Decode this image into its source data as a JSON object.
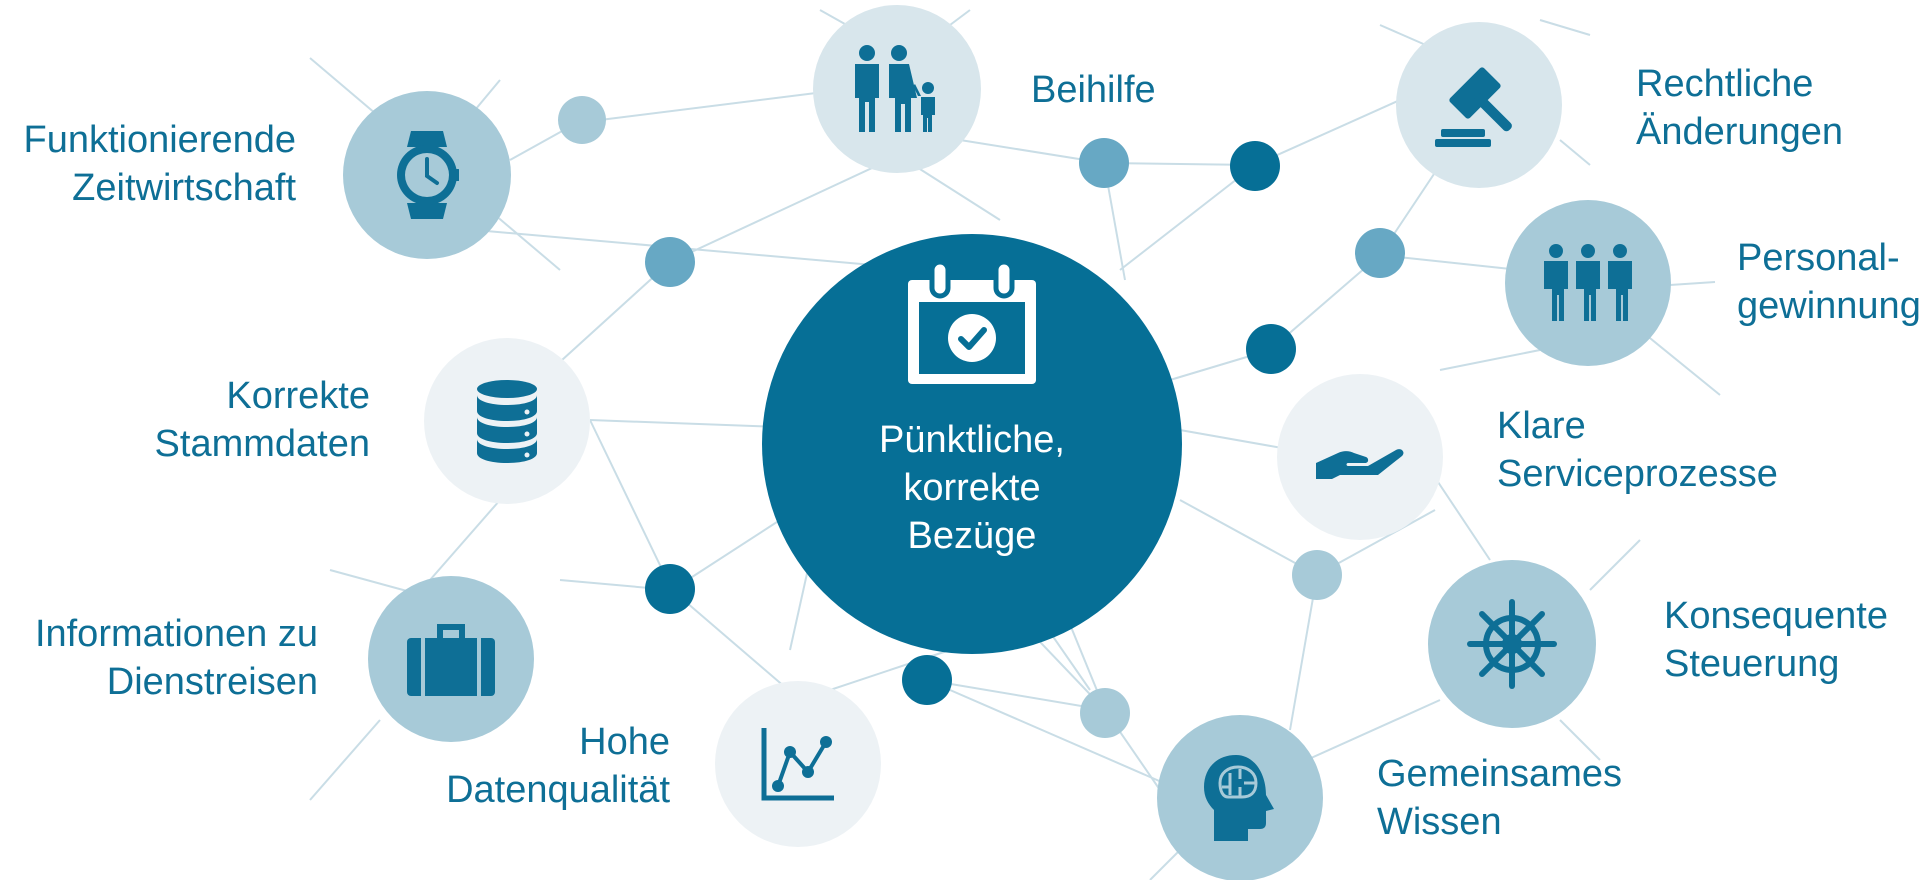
{
  "center": {
    "lines": [
      "Pünktliche,",
      "korrekte",
      "Bezüge"
    ],
    "icon": "calendar-check-icon"
  },
  "topics": [
    {
      "id": "zeitwirtschaft",
      "icon": "watch-icon",
      "lines": [
        "Funktionierende",
        "Zeitwirtschaft"
      ]
    },
    {
      "id": "beihilfe",
      "icon": "family-icon",
      "lines": [
        "Beihilfe"
      ]
    },
    {
      "id": "rechtliche-aenderungen",
      "icon": "gavel-icon",
      "lines": [
        "Rechtliche",
        "Änderungen"
      ]
    },
    {
      "id": "personalgewinnung",
      "icon": "people-icon",
      "lines": [
        "Personal-",
        "gewinnung"
      ]
    },
    {
      "id": "stammdaten",
      "icon": "database-icon",
      "lines": [
        "Korrekte",
        "Stammdaten"
      ]
    },
    {
      "id": "serviceprozesse",
      "icon": "open-hand-icon",
      "lines": [
        "Klare",
        "Serviceprozesse"
      ]
    },
    {
      "id": "dienstreisen",
      "icon": "suitcase-icon",
      "lines": [
        "Informationen zu",
        "Dienstreisen"
      ]
    },
    {
      "id": "steuerung",
      "icon": "ship-wheel-icon",
      "lines": [
        "Konsequente",
        "Steuerung"
      ]
    },
    {
      "id": "datenqualitaet",
      "icon": "line-chart-icon",
      "lines": [
        "Hohe",
        "Datenqualität"
      ]
    },
    {
      "id": "wissen",
      "icon": "brain-head-icon",
      "lines": [
        "Gemeinsames",
        "Wissen"
      ]
    }
  ],
  "colors": {
    "center": "#066f96",
    "node_medium": "#a7cad8",
    "node_light": "#d8e6ec",
    "node_pale": "#edf2f5",
    "icon": "#0e6f96",
    "dot_dark": "#066f96",
    "dot_medium": "#67a8c4",
    "dot_light": "#a7cad8",
    "line": "#c9dde6",
    "text": "#0e6f96"
  }
}
